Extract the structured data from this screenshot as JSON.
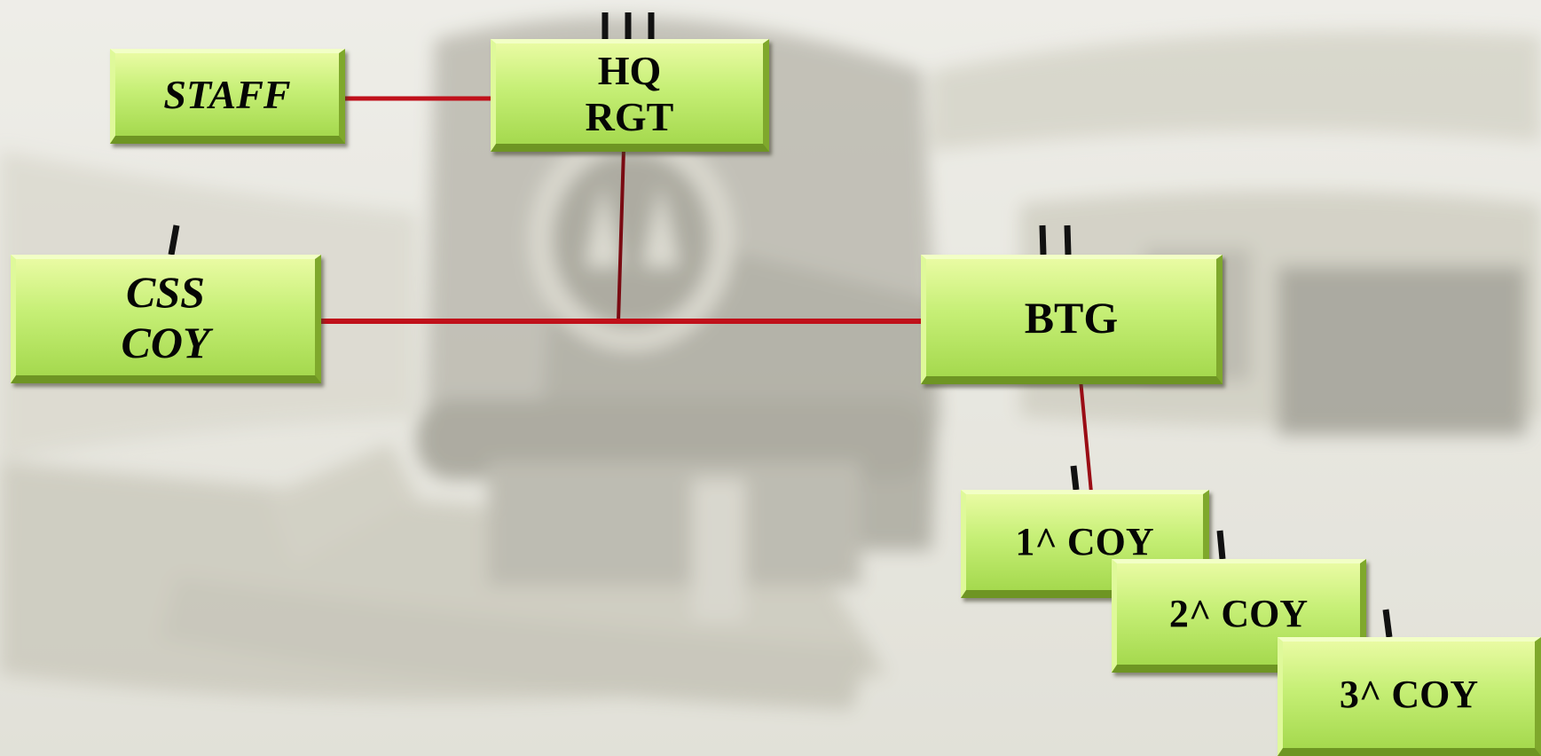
{
  "diagram": {
    "type": "org-chart",
    "background": "faded sepia photograph of a helmet",
    "colors": {
      "box_fill": "#c6ef76",
      "box_light": "#e9fba3",
      "box_dark": "#6e9523",
      "connector": "#c0101a",
      "unit_mark": "#111111",
      "text": "#050505"
    },
    "nodes": {
      "staff": {
        "label": "STAFF",
        "unit_marks": 0
      },
      "hq_rgt": {
        "label": "HQ\nRGT",
        "unit_marks": 3
      },
      "css_coy": {
        "label": "CSS\nCOY",
        "unit_marks": 1
      },
      "btg": {
        "label": "BTG",
        "unit_marks": 2
      },
      "coy_1": {
        "label": "1^ COY",
        "unit_marks": 1
      },
      "coy_2": {
        "label": "2^ COY",
        "unit_marks": 1
      },
      "coy_3": {
        "label": "3^ COY",
        "unit_marks": 1
      }
    },
    "edges": [
      {
        "from": "hq_rgt",
        "to": "staff"
      },
      {
        "from": "hq_rgt",
        "to": "css_coy"
      },
      {
        "from": "hq_rgt",
        "to": "btg"
      },
      {
        "from": "btg",
        "to": "coy_1"
      }
    ]
  }
}
